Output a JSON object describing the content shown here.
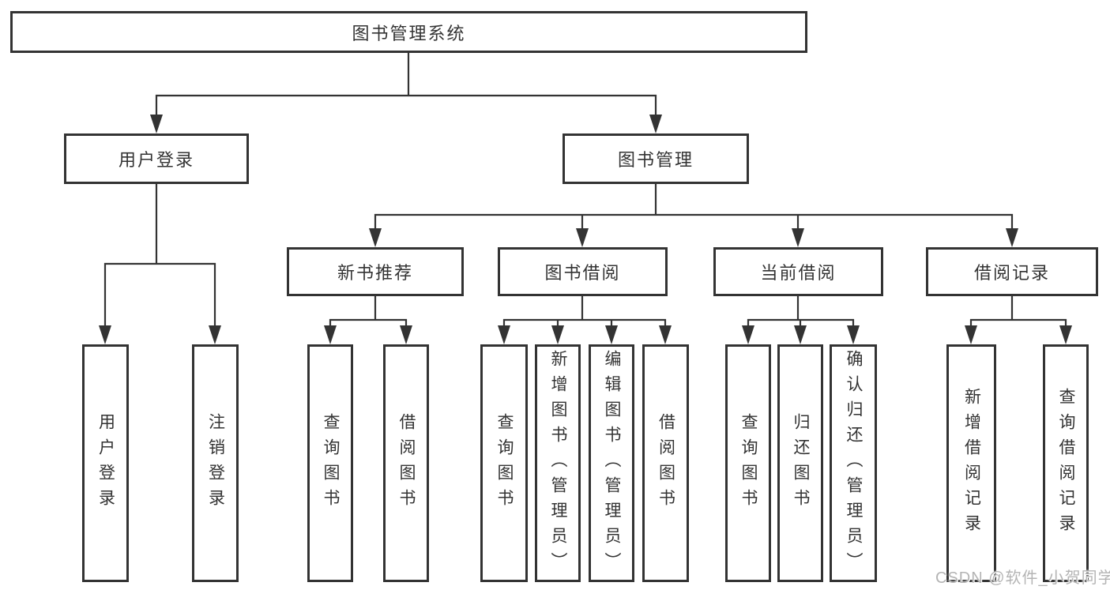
{
  "diagram": {
    "root": {
      "label": "图书管理系统"
    },
    "level2": {
      "user_login": {
        "label": "用户登录"
      },
      "book_management": {
        "label": "图书管理"
      }
    },
    "level3": {
      "new_book_recommend": {
        "label": "新书推荐"
      },
      "book_borrowing": {
        "label": "图书借阅"
      },
      "current_borrowing": {
        "label": "当前借阅"
      },
      "borrow_records": {
        "label": "借阅记录"
      }
    },
    "leaves": {
      "user_login": {
        "label": "用户登录"
      },
      "logout": {
        "label": "注销登录"
      },
      "nb_query_books": {
        "label": "查询图书"
      },
      "nb_borrow_books": {
        "label": "借阅图书"
      },
      "bb_query_books": {
        "label": "查询图书"
      },
      "bb_add_books": {
        "label": "新增图书（管理员）"
      },
      "bb_edit_books": {
        "label": "编辑图书（管理员）"
      },
      "bb_borrow_books": {
        "label": "借阅图书"
      },
      "cb_query_books": {
        "label": "查询图书"
      },
      "cb_return_books": {
        "label": "归还图书"
      },
      "cb_confirm_return": {
        "label": "确认归还（管理员）"
      },
      "br_add_record": {
        "label": "新增借阅记录"
      },
      "br_query_record": {
        "label": "查询借阅记录"
      }
    }
  },
  "watermark": {
    "text": "CSDN @软件_小贺同学"
  },
  "colors": {
    "line": "#333333",
    "text": "#333333",
    "watermark": "#b4b4b4",
    "background": "#ffffff"
  }
}
